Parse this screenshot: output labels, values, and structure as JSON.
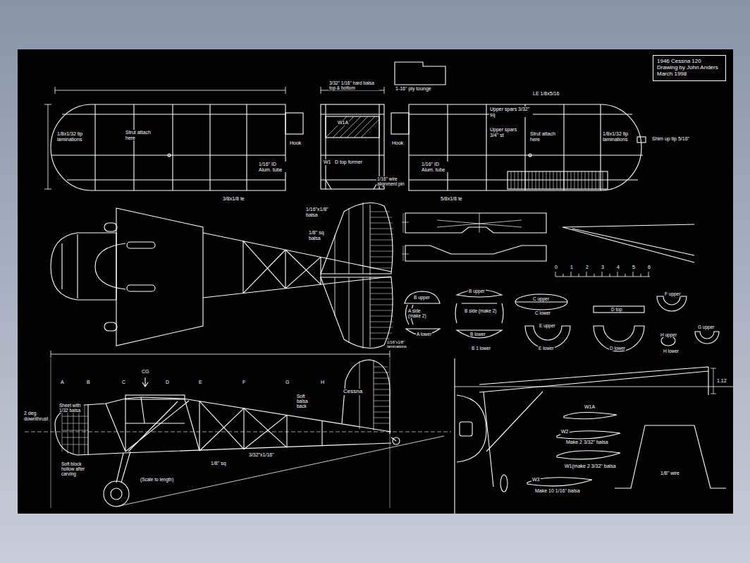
{
  "diagram": {
    "nodes": [
      {
        "text": [
          "1946 Cessna 120",
          "Drawing by John Anders March 1998"
        ]
      }
    ],
    "labels": [
      "1-16\" ply tounge",
      "LE 1/8x5/16",
      "1/8x1/32 tip laminations",
      "Strut attach here",
      "1/16\" ID Alum. tube",
      "Hook",
      "3/8x1/8 te",
      "3/32\" 1/16\" hard balsa top & bottom",
      "W1A",
      "W1",
      "D top former",
      "1/16\" wire alignment pin",
      "Hook",
      "Upper spars 3/32\" sq",
      "Upper spars 3/4\" st",
      "Strut attach here",
      "1/8x1/32 tip laminations",
      "Shim up tip 5/16\"",
      "1/16\" ID Alum. tube",
      "5/8x1/8 te",
      "1/16\"x1/8\" balsa",
      "1/8\" sq balsa",
      "0",
      "1",
      "2",
      "3",
      "4",
      "5",
      "6",
      "B upper",
      "B upper",
      "A side (make 2)",
      "B side (make 2)",
      "A lower",
      "B lower",
      "B 1 lower",
      "C upper",
      "C lower",
      "D top",
      "E upper",
      "E lower",
      "D lower",
      "F upper",
      "H upper",
      "H lower",
      "G upper",
      "A",
      "B",
      "C",
      "D",
      "E",
      "F",
      "G",
      "H",
      "CG",
      "2 deg. downthrust",
      "Sheet with 1/32 balsa",
      "Soft balsa back",
      "Soft block hollow after carving",
      "1/8\" sq",
      "3/32\"x1/16\"",
      "(Scale to length)",
      "Cessna",
      "1/16\"x1/8\" laminations",
      "1.12",
      "W1A",
      "W2",
      "Make 2 3/32\" balsa",
      "W1(make 2 3/32\" balsa",
      "W3",
      "Make 10 1/16\" balsa",
      "1/8\" wire"
    ]
  }
}
